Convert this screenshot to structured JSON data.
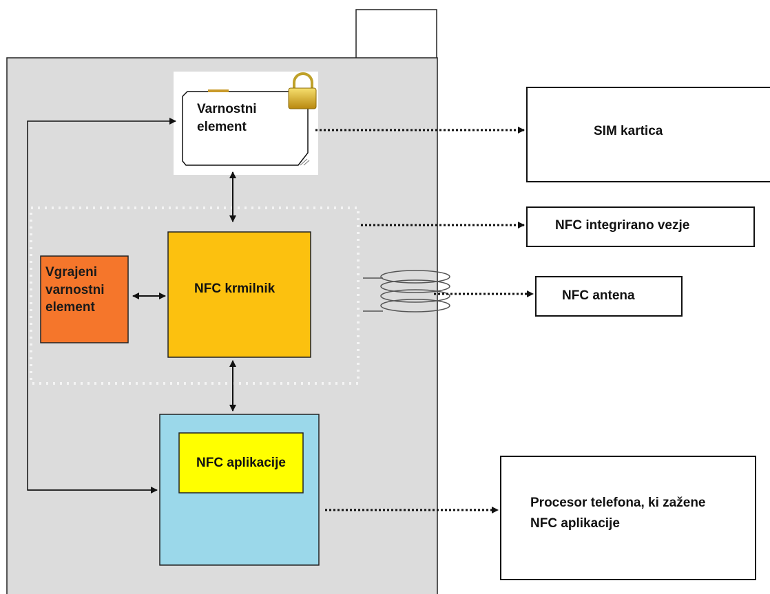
{
  "phone": {
    "secure_element": {
      "line1": "Varnostni",
      "line2": "element"
    },
    "embedded_se": {
      "line1": "Vgrajeni",
      "line2": "varnostni",
      "line3": "element"
    },
    "nfc_controller": "NFC krmilnik",
    "nfc_apps": "NFC aplikacije"
  },
  "callouts": {
    "sim_card": "SIM kartica",
    "nfc_ic": "NFC integrirano vezje",
    "nfc_antenna": "NFC antena",
    "processor": {
      "line1": "Procesor telefona, ki zažene",
      "line2": "NFC aplikacije"
    }
  },
  "colors": {
    "phone_body": "#dcdcdc",
    "nfc_controller": "#fcc10f",
    "embedded_se": "#f5762b",
    "processor": "#9bd8ea",
    "nfc_apps": "#ffff00"
  }
}
